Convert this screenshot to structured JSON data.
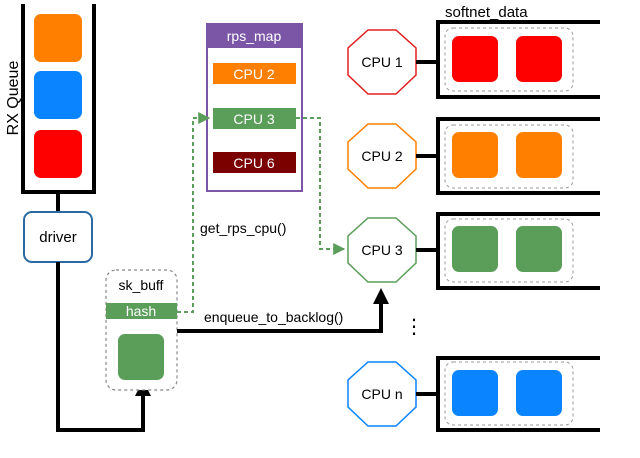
{
  "rx_queue": {
    "label": "RX Queue",
    "packet_colors": [
      "#ff8000",
      "#0a84ff",
      "#ff0000"
    ]
  },
  "driver": {
    "label": "driver"
  },
  "rps_map": {
    "title": "rps_map",
    "title_bg": "#7b55a6",
    "entries": [
      {
        "label": "CPU 2",
        "color": "#ff8000"
      },
      {
        "label": "CPU 3",
        "color": "#5a9e5a"
      },
      {
        "label": "CPU 6",
        "color": "#7b0000"
      }
    ]
  },
  "sk_buff": {
    "label": "sk_buff",
    "hash_label": "hash",
    "packet_color": "#5a9e5a"
  },
  "labels": {
    "get_rps_cpu": "get_rps_cpu()",
    "enqueue_to_backlog": "enqueue_to_backlog()",
    "softnet_data": "softnet_data",
    "ellipsis": "⋮"
  },
  "cpus": [
    {
      "label": "CPU 1",
      "color": "#e02020",
      "queue_color": "#ff0000"
    },
    {
      "label": "CPU 2",
      "color": "#ff8000",
      "queue_color": "#ff8000"
    },
    {
      "label": "CPU 3",
      "color": "#5a9e5a",
      "queue_color": "#5a9e5a"
    },
    {
      "label": "CPU n",
      "color": "#0a84ff",
      "queue_color": "#0a84ff"
    }
  ]
}
